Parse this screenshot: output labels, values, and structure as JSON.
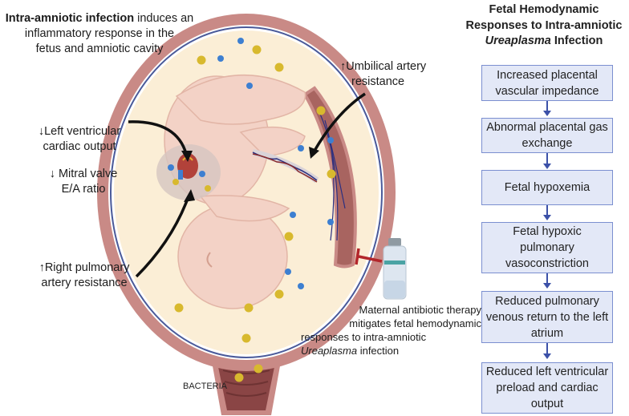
{
  "labels": {
    "infection": {
      "bold": "Intra-amniotic infection",
      "rest_line1": " induces an",
      "line2": "inflammatory response in the",
      "line3": "fetus and amniotic cavity"
    },
    "lv_output": {
      "arrow": "↓",
      "line1": "Left ventricular",
      "line2": "cardiac output"
    },
    "mitral": {
      "arrow": "↓",
      "line1": " Mitral valve",
      "line2": "E/A ratio"
    },
    "rpa": {
      "arrow": "↑",
      "line1": "Right pulmonary",
      "line2": "artery resistance"
    },
    "umbilical": {
      "arrow": "↑",
      "line1": "Umbilical artery",
      "line2": "resistance"
    },
    "antibiotic": {
      "line1": "Maternal antibiotic therapy",
      "line2": "mitigates fetal hemodynamic",
      "line3": "responses to intra-amniotic",
      "line4_italic": "Ureaplasma",
      "line4_rest": " infection"
    },
    "bacteria": "BACTERIA"
  },
  "flowchart": {
    "title_line1": "Fetal Hemodynamic",
    "title_line2": "Responses to Intra-amniotic",
    "title_line3_italic": "Ureaplasma",
    "title_line3_rest": " Infection",
    "steps": [
      "Increased placental vascular impedance",
      "Abnormal placental gas exchange",
      "Fetal hypoxemia",
      "Fetal hypoxic pulmonary vasoconstriction",
      "Reduced pulmonary venous return to the left atrium",
      "Reduced left ventricular preload and cardiac output"
    ]
  },
  "colors": {
    "uterus_wall": "#c98a86",
    "amniotic_fluid": "#fbeed6",
    "membrane_line": "#4a5a9a",
    "fetus_skin": "#f3d2c6",
    "placenta": "#a86460",
    "bacteria_yellow": "#d8b92e",
    "bacteria_blue": "#3d7fd1",
    "inhibit_red": "#b3262b",
    "flow_box_fill": "#e3e8f7",
    "flow_box_border": "#7b8fd0",
    "flow_arrow": "#3c51a8"
  },
  "icons": {
    "vial": "antibiotic-vial-icon",
    "inhibit": "inhibition-t-bar-icon"
  }
}
